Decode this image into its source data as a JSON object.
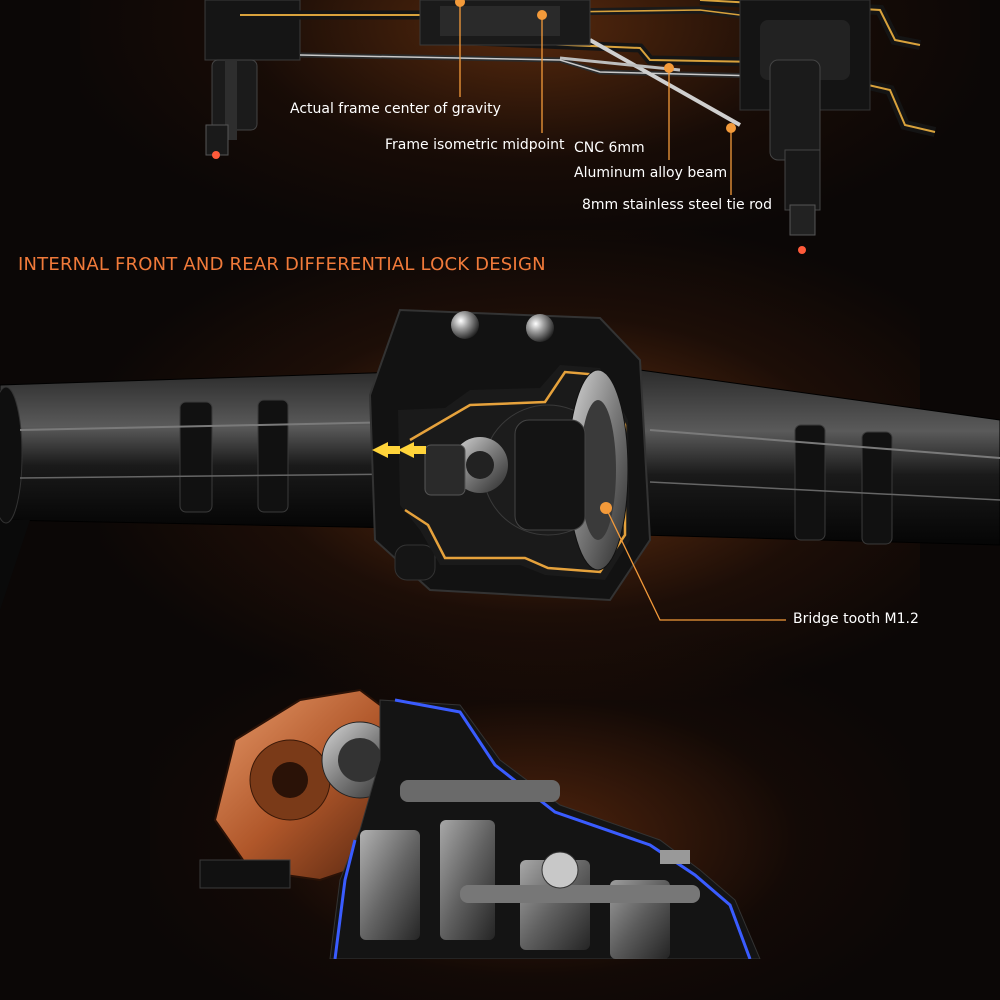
{
  "callouts": {
    "center_of_gravity": "Actual frame center of gravity",
    "isometric_midpoint": "Frame isometric midpoint",
    "cnc": "CNC 6mm",
    "beam": "Aluminum alloy beam",
    "tie_rod": "8mm stainless steel tie rod",
    "bridge_tooth": "Bridge tooth M1.2"
  },
  "section_heading": "INTERNAL FRONT AND REAR DIFFERENTIAL LOCK DESIGN",
  "colors": {
    "accent_orange": "#f07a3a",
    "callout_dot": "#f39a3a",
    "outline_gold": "#e6a23c",
    "outline_blue": "#3a5cff"
  }
}
